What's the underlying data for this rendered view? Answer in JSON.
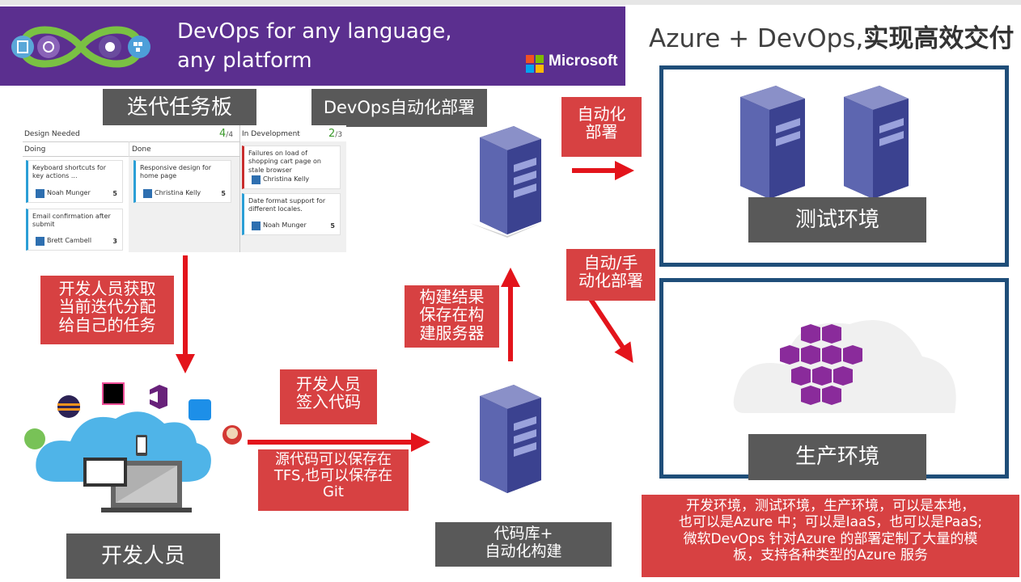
{
  "banner": {
    "line1": "DevOps for any language,",
    "line2": "any platform",
    "brand": "Microsoft",
    "colors": {
      "banner": "#5b2f8f",
      "ms_red": "#f25022",
      "ms_green": "#7fba00",
      "ms_blue": "#00a4ef",
      "ms_yellow": "#ffb900"
    }
  },
  "headline": {
    "prefix": "Azure + DevOps,",
    "suffix": "实现高效交付"
  },
  "labels": {
    "iteration_board": "迭代任务板",
    "devops_deploy": "DevOps自动化部署",
    "test_env": "测试环境",
    "prod_env": "生产环境",
    "developers": "开发人员",
    "repo_line1": "代码库+",
    "repo_line2": "自动化构建"
  },
  "callouts": {
    "auto_deploy": [
      "自动化",
      "部署"
    ],
    "auto_manual_deploy": [
      "自动/手",
      "动化部署"
    ],
    "dev_get_tasks": [
      "开发人员获取",
      "当前迭代分配",
      "给自己的任务"
    ],
    "build_result": [
      "构建结果",
      "保存在构",
      "建服务器"
    ],
    "dev_checkin": [
      "开发人员",
      "签入代码"
    ],
    "source_code": [
      "源代码可以保存在",
      "TFS,也可以保存在",
      "Git"
    ],
    "env_note": [
      "开发环境，测试环境，生产环境，可以是本地，",
      "也可以是Azure 中；可以是IaaS，也可以是PaaS;",
      "微软DevOps 针对Azure 的部署定制了大量的模",
      "板，支持各种类型的Azure 服务"
    ]
  },
  "board": {
    "design_needed": "Design Needed",
    "design_count_main": "4",
    "design_count_sub": "/4",
    "doing": "Doing",
    "done": "Done",
    "in_development": "In Development",
    "dev_count_main": "2",
    "dev_count_sub": "/3",
    "cards": [
      {
        "title": "Keyboard shortcuts for key actions ...",
        "owner": "Noah Munger",
        "points": "5"
      },
      {
        "title": "Email confirmation after submit",
        "owner": "Brett Cambell",
        "points": "3"
      },
      {
        "title": "Responsive design for home page",
        "owner": "Christina Kelly",
        "points": "5"
      },
      {
        "title": "Failures on load of shopping cart page on stale browser",
        "owner": "Christina Kelly",
        "points": ""
      },
      {
        "title": "Date format support for different locales.",
        "owner": "Noah Munger",
        "points": "5"
      }
    ]
  },
  "icons": [
    "devops-infinity-logo",
    "server-icon",
    "kubernetes-cluster-icon",
    "cloud-icon",
    "laptop-icon",
    "phone-icon",
    "eclipse-icon",
    "intellij-icon",
    "visual-studio-icon",
    "xcode-icon",
    "android-studio-icon",
    "jenkins-icon"
  ],
  "colors": {
    "red_label": "#d74142",
    "gray_label": "#595959",
    "env_border": "#1f4e79",
    "arrow": "#e3141b"
  }
}
